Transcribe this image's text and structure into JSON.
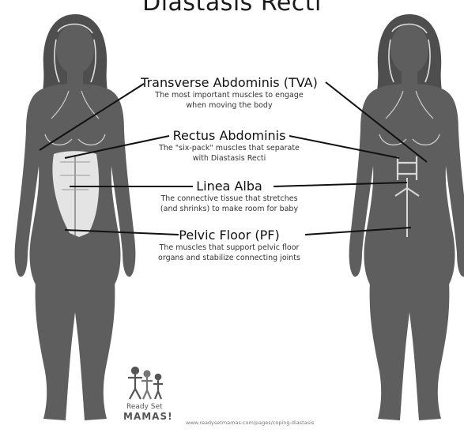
{
  "title": "Diastasis Recti",
  "labels": [
    {
      "name": "Transverse Abdominis (TVA)",
      "desc": [
        "The most important muscles to engage",
        "when moving the body"
      ]
    },
    {
      "name": "Rectus Abdominis",
      "desc": [
        "The \"six-pack\" muscles that separate",
        "with Diastasis Recti"
      ]
    },
    {
      "name": "Linea Alba",
      "desc": [
        "The connective tissue that stretches",
        "(and shrinks) to make room for baby"
      ]
    },
    {
      "name": "Pelvic Floor (PF)",
      "desc": [
        "The muscles that support pelvic floor",
        "organs and stabilize connecting joints"
      ]
    }
  ],
  "logo": {
    "line1": "Ready Set",
    "line2": "MAMAS!"
  },
  "url": "www.readysetmamas.com/pages/coping-diastasis",
  "colors": {
    "body": "#5a5a5a",
    "highlight": "#e6e6e6",
    "line": "#111111"
  }
}
